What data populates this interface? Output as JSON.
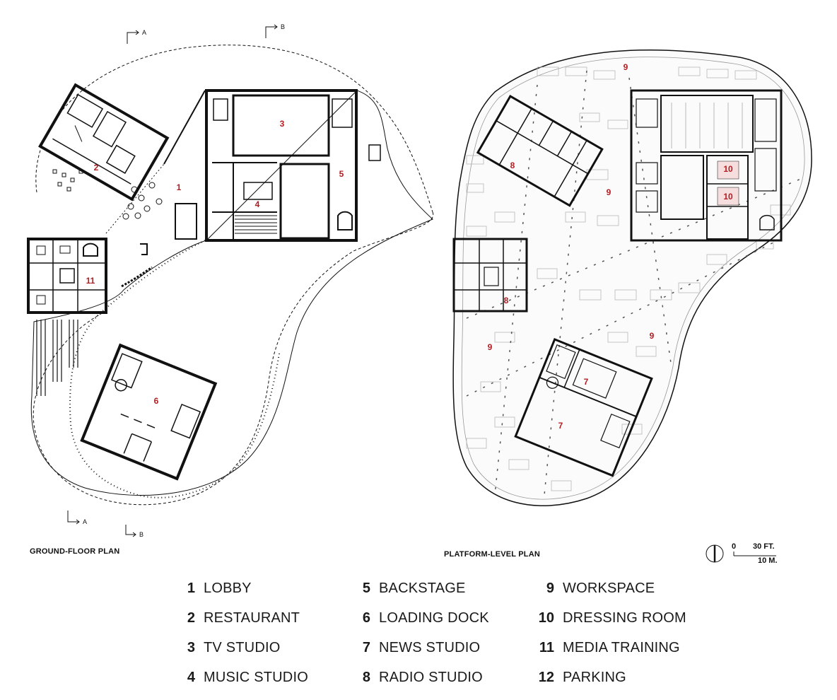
{
  "captions": {
    "ground": "GROUND-FLOOR PLAN",
    "platform": "PLATFORM-LEVEL PLAN"
  },
  "section_marks": {
    "a": "A",
    "b": "B"
  },
  "scale": {
    "zero": "0",
    "ft": "30 FT.",
    "m": "10 M."
  },
  "room_labels": {
    "g1": "1",
    "g2": "2",
    "g3": "3",
    "g4": "4",
    "g5": "5",
    "g6": "6",
    "g11": "11",
    "p9a": "9",
    "p9b": "9",
    "p9c": "9",
    "p9d": "9",
    "p8a": "8",
    "p8b": "8",
    "p10a": "10",
    "p10b": "10",
    "p7a": "7",
    "p7b": "7"
  },
  "legend": [
    {
      "num": "1",
      "name": "LOBBY"
    },
    {
      "num": "2",
      "name": "RESTAURANT"
    },
    {
      "num": "3",
      "name": "TV STUDIO"
    },
    {
      "num": "4",
      "name": "MUSIC STUDIO"
    },
    {
      "num": "5",
      "name": "BACKSTAGE"
    },
    {
      "num": "6",
      "name": "LOADING DOCK"
    },
    {
      "num": "7",
      "name": "NEWS STUDIO"
    },
    {
      "num": "8",
      "name": "RADIO STUDIO"
    },
    {
      "num": "9",
      "name": "WORKSPACE"
    },
    {
      "num": "10",
      "name": "DRESSING ROOM"
    },
    {
      "num": "11",
      "name": "MEDIA TRAINING"
    },
    {
      "num": "12",
      "name": "PARKING"
    }
  ],
  "colors": {
    "label_red": "#b01e23",
    "ink": "#111111"
  }
}
